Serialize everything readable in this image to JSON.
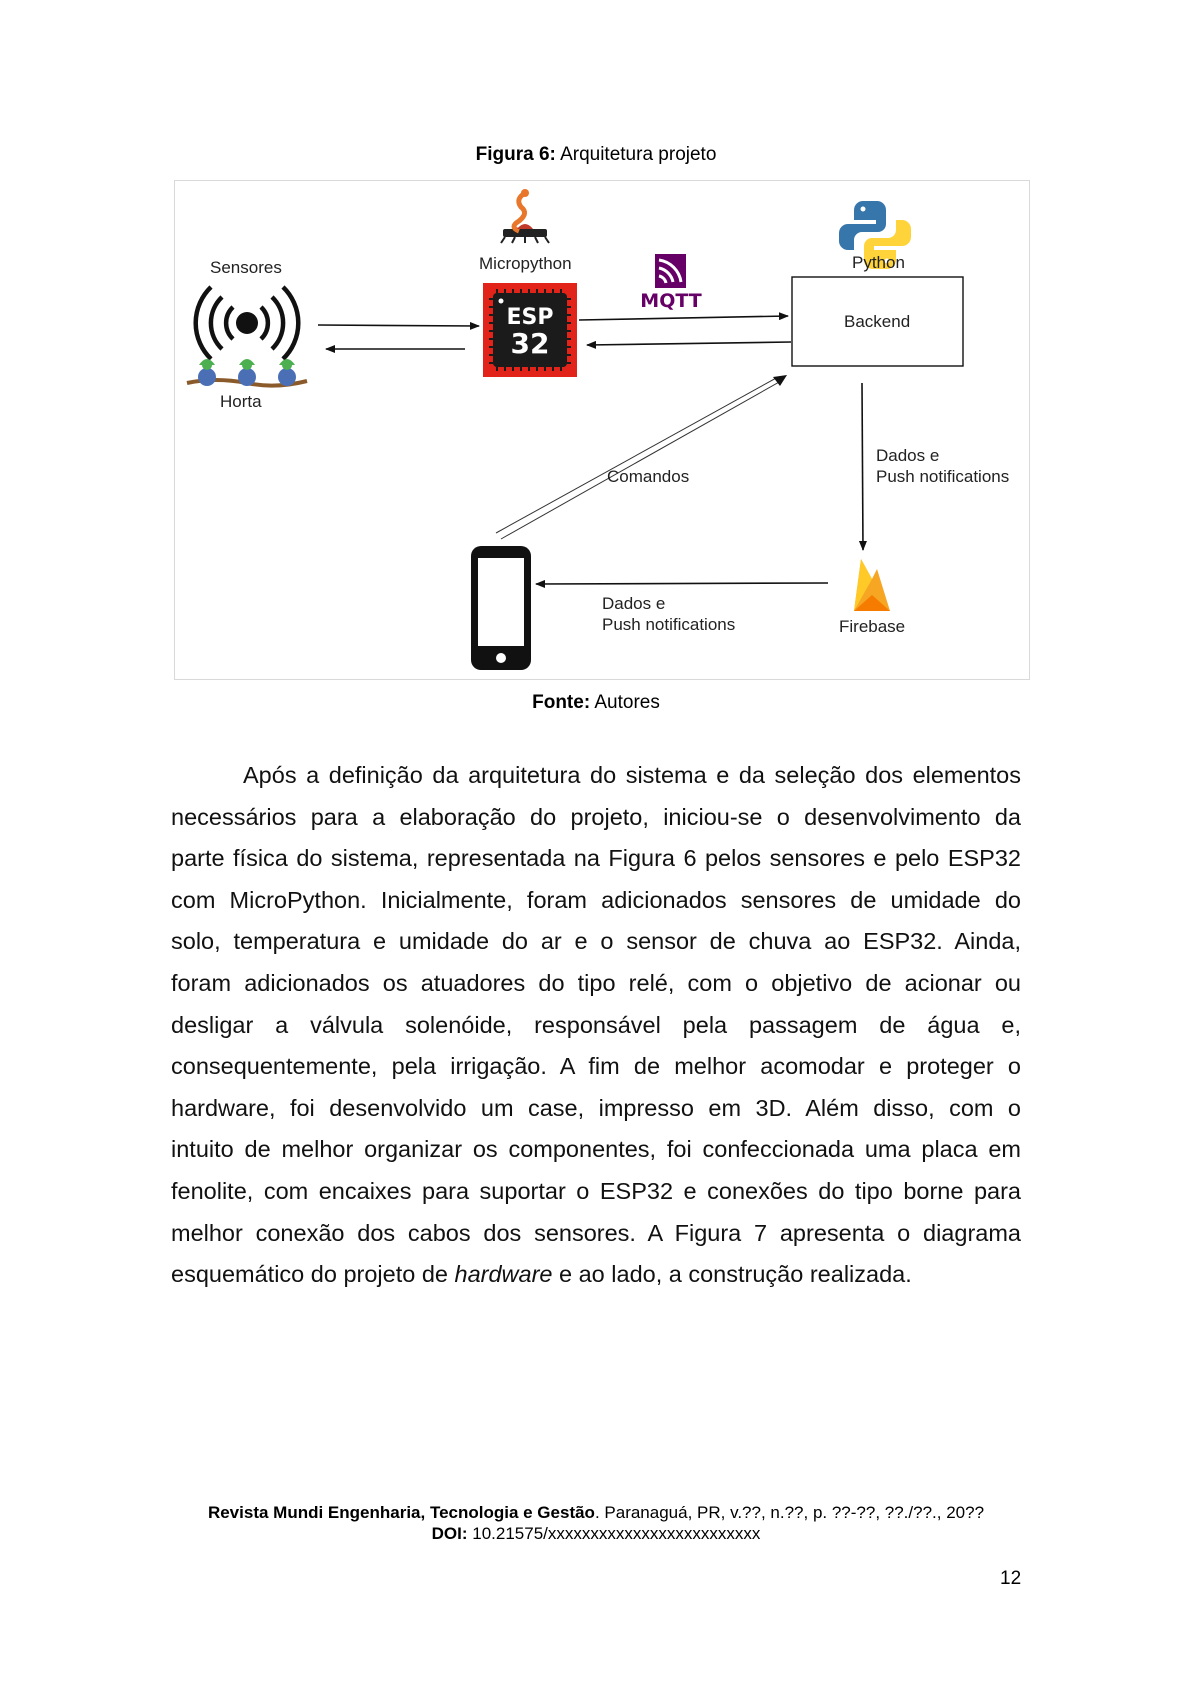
{
  "caption": {
    "label": "Figura 6:",
    "text": " Arquitetura projeto"
  },
  "diagram": {
    "sensors_label": "Sensores",
    "horta_label": "Horta",
    "micropython_label": "Micropython",
    "esp_top": "ESP",
    "esp_bottom": "32",
    "mqtt_label": "MQTT",
    "python_label": "Python",
    "backend_label": "Backend",
    "comandos_label": "Comandos",
    "dados_right_1": "Dados e",
    "dados_right_2": "Push notifications",
    "dados_bottom_1": "Dados e",
    "dados_bottom_2": "Push notifications",
    "firebase_label": "Firebase",
    "colors": {
      "esp_red": "#e2231a",
      "chip_dark": "#1b1b1b",
      "mqtt_purple": "#660066",
      "python_blue": "#3776ab",
      "python_yellow": "#ffd43b",
      "firebase_orange": "#f6a623"
    }
  },
  "source": {
    "label": "Fonte:",
    "text": " Autores"
  },
  "paragraph": {
    "lines": [
      "Após a definição da arquitetura do sistema e da seleção  dos elementos",
      "necessários para a elaboração do projeto, iniciou-se o desenvolvimento da",
      "parte física do sistema, representada na Figura 6 pelos sensores e pelo ESP32",
      "com MicroPython. Inicialmente, foram adicionados sensores de umidade do",
      "solo, temperatura e umidade do ar e o sensor de chuva ao ESP32. Ainda,",
      "foram adicionados os atuadores do tipo relé, com o objetivo de acionar ou",
      "desligar a válvula solenóide, responsável pela passagem de água e,",
      "consequentemente, pela irrigação. A fim de melhor acomodar e proteger o",
      "hardware, foi desenvolvido um case, impresso em 3D. Além disso, com o",
      "intuito de melhor organizar os componentes, foi confeccionada uma placa em",
      "fenolite, com encaixes para suportar o ESP32 e conexões do tipo borne para",
      "melhor conexão dos cabos dos sensores.  A Figura 7 apresenta o  diagrama"
    ],
    "last_line_start": "esquemático do projeto de ",
    "last_line_italic": "hardware",
    "last_line_end": " e ao lado, a construção realizada."
  },
  "footer": {
    "journal": "Revista Mundi Engenharia, Tecnologia e Gestão",
    "details": ". Paranaguá, PR, v.??, n.??, p. ??-??, ??./??., 20??",
    "doi_label": "DOI:",
    "doi_value": " 10.21575/xxxxxxxxxxxxxxxxxxxxxxxxx"
  },
  "page_number": "12"
}
